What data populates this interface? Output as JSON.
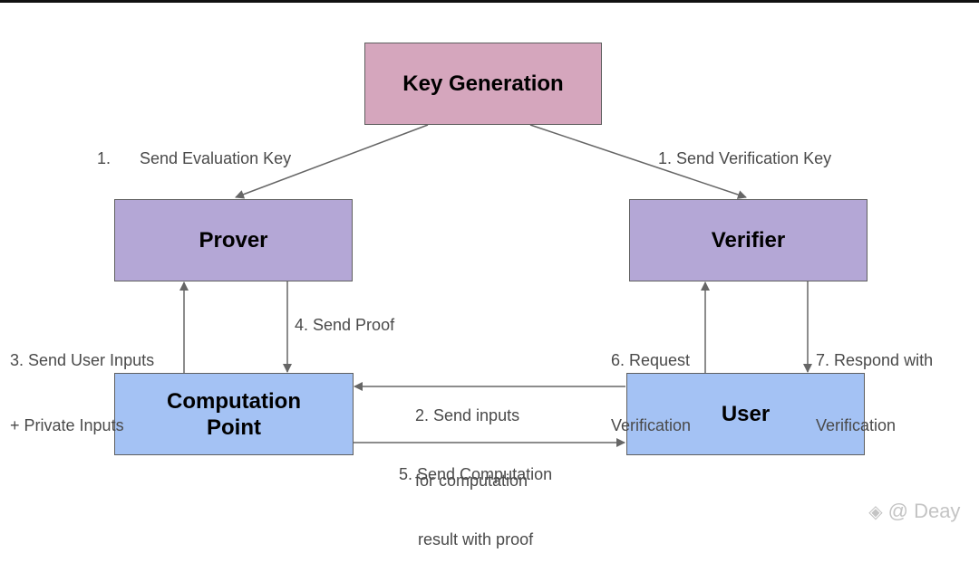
{
  "nodes": {
    "key_generation": "Key Generation",
    "prover": "Prover",
    "verifier": "Verifier",
    "computation_point": [
      "Computation",
      "Point"
    ],
    "user": "User"
  },
  "edges": {
    "send_eval_key_num": "1.",
    "send_eval_key": "Send Evaluation Key",
    "send_verif_key": "1. Send Verification Key",
    "send_user_inputs": [
      "3. Send User Inputs",
      "+ Private Inputs"
    ],
    "send_proof": "4. Send Proof",
    "request_verification": [
      "6. Request",
      "Verification"
    ],
    "respond_verification": [
      "7. Respond with",
      "Verification"
    ],
    "send_inputs": [
      "2. Send inputs",
      "for computation"
    ],
    "send_result": [
      "5. Send Computation",
      "result with proof"
    ]
  },
  "watermark": {
    "icon": "diamond-logo-icon",
    "text": "@ Deay"
  },
  "colors": {
    "key_generation": "#d5a6bd",
    "roles": "#b4a7d6",
    "parties": "#a4c2f4",
    "arrows": "#666666"
  }
}
